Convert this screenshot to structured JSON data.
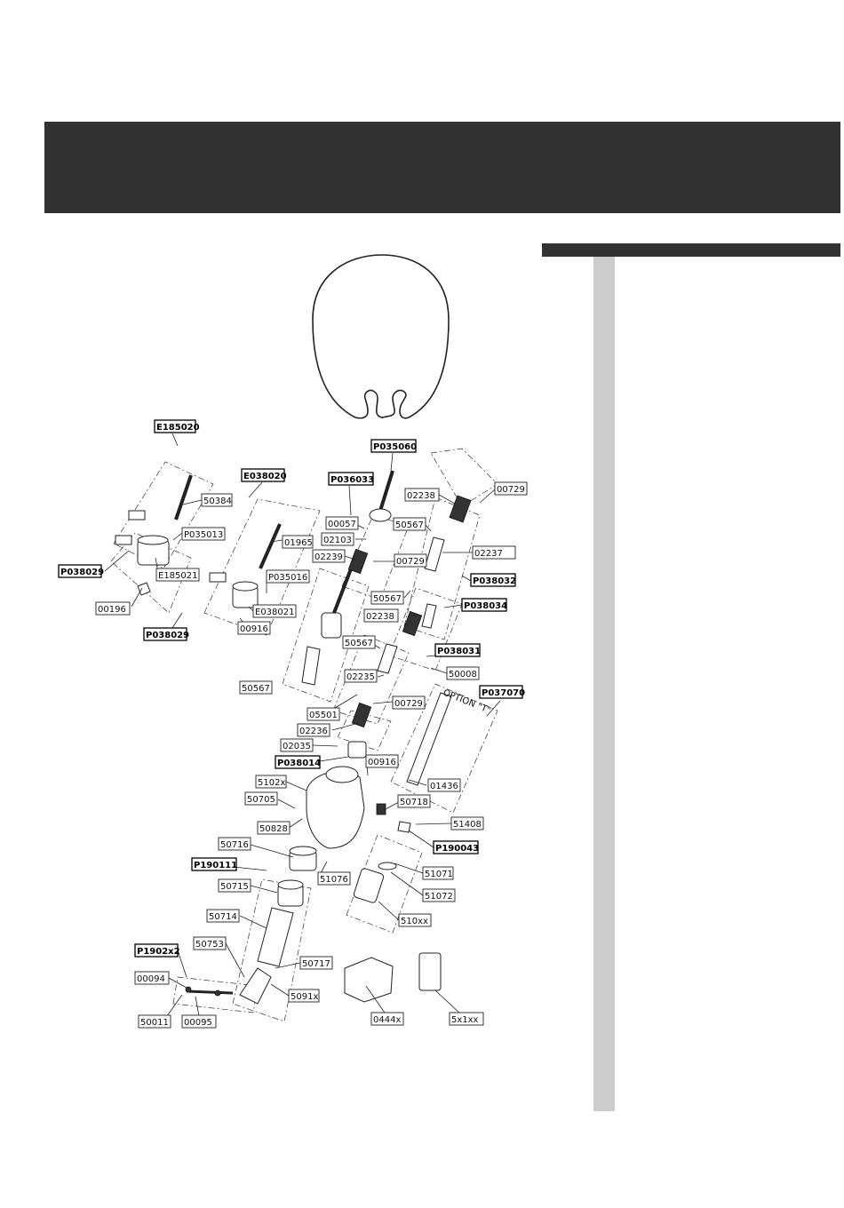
{
  "header": {
    "color": "#323232"
  },
  "sidebar": {
    "rule_color": "#323232",
    "column_color": "#cccccc"
  },
  "diagram": {
    "option_text": "OPTION \"T\"",
    "labels": [
      "E185020",
      "50384",
      "P035013",
      "E185021",
      "P038029",
      "00196",
      "P038029",
      "E038020",
      "01965",
      "P035016",
      "E038021",
      "00916",
      "P036033",
      "00057",
      "02103",
      "02239",
      "00729",
      "P035060",
      "02238",
      "00729",
      "50567",
      "02237",
      "P038032",
      "50567",
      "02238",
      "P038034",
      "50567",
      "P038031",
      "50008",
      "50567",
      "02235",
      "05501",
      "00729",
      "02236",
      "02035",
      "P038014",
      "00916",
      "P037070",
      "01436",
      "5102x",
      "50705",
      "50828",
      "50718",
      "51408",
      "P190043",
      "50716",
      "51076",
      "P190111",
      "50715",
      "51071",
      "51072",
      "510xx",
      "50714",
      "50753",
      "P1902x2",
      "50717",
      "00094",
      "5091x",
      "50011",
      "00095",
      "0444x",
      "5x1xx"
    ]
  }
}
